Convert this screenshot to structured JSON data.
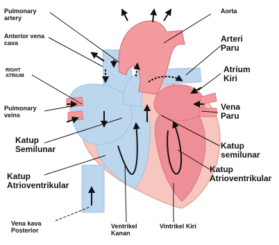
{
  "labels": {
    "pulmonary_artery": "Pulmonary artery",
    "anterior_vena_cava": "Anterior vena cava",
    "right_atrium": "RIGHT ATRIUM",
    "pulmonary_veins": "Pulmonary veins",
    "katup_semilunar_left": "Katup Semilunar",
    "katup_atrioventrikular_left": "Katup Atrioventrikular",
    "vena_kava_posterior": "Vena kava Posterior",
    "ventrikel_kanan": "Ventrikel Kanan",
    "ventrikel_kiri": "Vintrikel Kiri",
    "aorta": "Aorta",
    "arteri_paru": "Arteri Paru",
    "atrium_kiri": "Atrium Kiri",
    "vena_paru": "Vena Paru",
    "katup_semilunar_right": "Katup semilunar",
    "katup_atrioventrikular_right": "Katup Atrioventrikular"
  },
  "colors": {
    "oxygen_poor_blood": "#bcd6ee",
    "oxygen_rich_blood": "#f29a9e",
    "heart_muscle": "#f6c6bf",
    "pointer_line": "#111111"
  }
}
